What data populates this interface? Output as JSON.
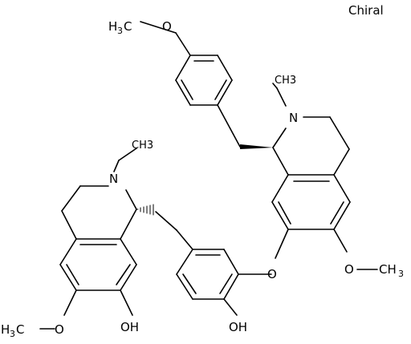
{
  "flag": "Chiral",
  "atoms": {
    "ome_top": [
      "H",
      "3",
      "C",
      "O"
    ],
    "n_right": "N",
    "me_right": "CH3",
    "o_bridge": "O",
    "ome_right": [
      "O",
      "CH",
      "3"
    ],
    "n_left": "N",
    "me_left": "CH3",
    "ome_left": [
      "H",
      "3",
      "C",
      "O"
    ],
    "oh_left": "OH",
    "oh_mid": "OH"
  }
}
